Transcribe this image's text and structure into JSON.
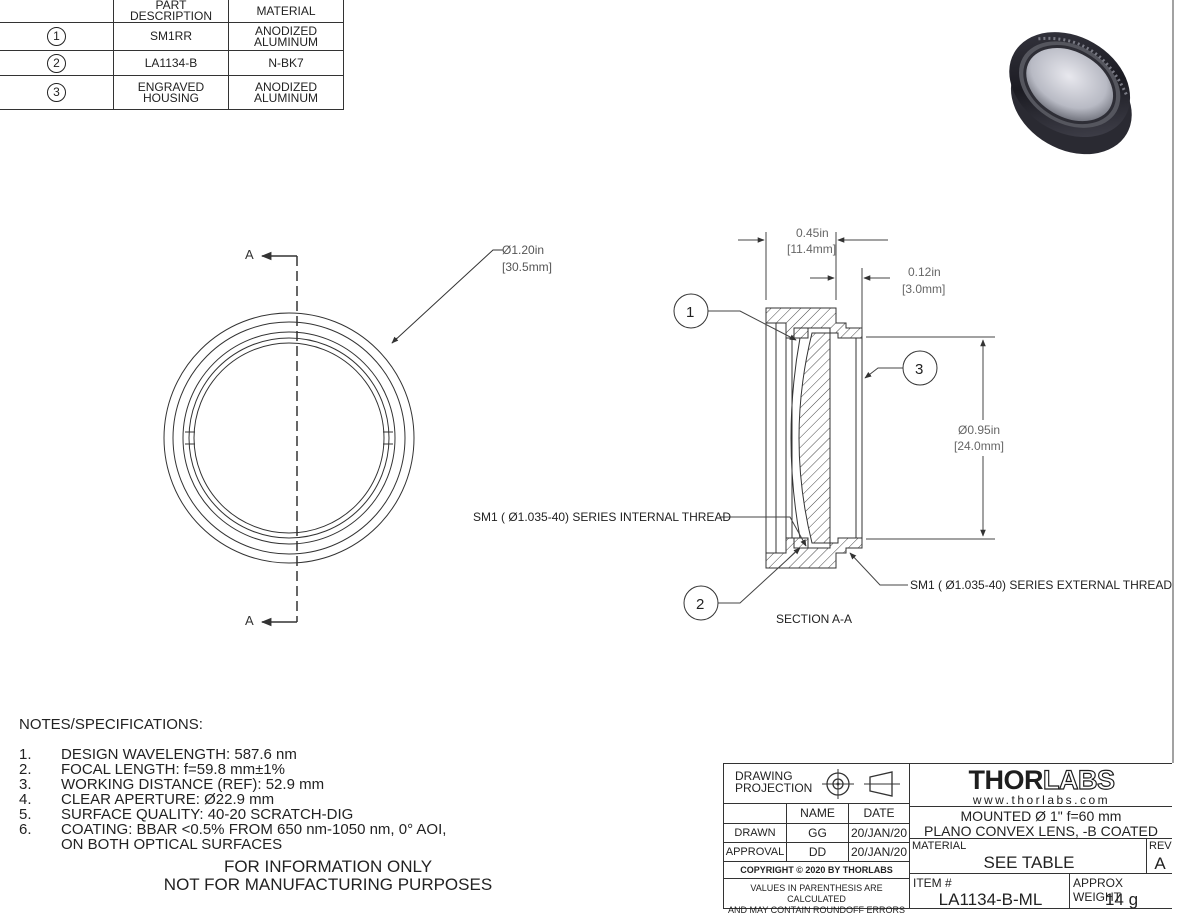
{
  "bom": {
    "headers": [
      "PART DESCRIPTION",
      "MATERIAL"
    ],
    "rows": [
      {
        "item": "1",
        "desc": "SM1RR",
        "material_1": "ANODIZED",
        "material_2": "ALUMINUM"
      },
      {
        "item": "2",
        "desc": "LA1134-B",
        "material_1": "N-BK7",
        "material_2": ""
      },
      {
        "item": "3",
        "desc_1": "ENGRAVED",
        "desc_2": "HOUSING",
        "material_1": "ANODIZED",
        "material_2": "ALUMINUM"
      }
    ]
  },
  "front_view": {
    "section_label_top": "A",
    "section_label_bottom": "A",
    "diameter_in": "Ø1.20in",
    "diameter_mm": "[30.5mm]"
  },
  "section_view": {
    "width_in": "0.45in",
    "width_mm": "[11.4mm]",
    "thread_len_in": "0.12in",
    "thread_len_mm": "[3.0mm]",
    "thread_dia_in": "Ø0.95in",
    "thread_dia_mm": "[24.0mm]",
    "balloon_1": "1",
    "balloon_2": "2",
    "balloon_3": "3",
    "internal_thread": "SM1 ( Ø1.035-40) SERIES INTERNAL THREAD",
    "external_thread": "SM1 ( Ø1.035-40) SERIES EXTERNAL THREAD",
    "title": "SECTION A-A"
  },
  "notes": {
    "heading": "NOTES/SPECIFICATIONS:",
    "items": [
      {
        "num": "1.",
        "text": "DESIGN WAVELENGTH: 587.6 nm"
      },
      {
        "num": "2.",
        "text": "FOCAL LENGTH: f=59.8 mm±1%"
      },
      {
        "num": "3.",
        "text": "WORKING DISTANCE (REF): 52.9 mm"
      },
      {
        "num": "4.",
        "text": "CLEAR APERTURE: Ø22.9 mm"
      },
      {
        "num": "5.",
        "text": "SURFACE QUALITY: 40-20 SCRATCH-DIG"
      },
      {
        "num": "6.",
        "text": "COATING: BBAR <0.5% FROM 650 nm-1050 nm, 0° AOI,"
      },
      {
        "num": "",
        "text": "ON BOTH OPTICAL SURFACES"
      }
    ],
    "info_1": "FOR INFORMATION ONLY",
    "info_2": "NOT FOR MANUFACTURING PURPOSES"
  },
  "title_block": {
    "projection_1": "DRAWING",
    "projection_2": "PROJECTION",
    "name_header": "NAME",
    "date_header": "DATE",
    "drawn_label": "DRAWN",
    "drawn_name": "GG",
    "drawn_date": "20/JAN/20",
    "approval_label": "APPROVAL",
    "approval_name": "DD",
    "approval_date": "20/JAN/20",
    "copyright": "COPYRIGHT © 2020 BY THORLABS",
    "disclaimer_1": "VALUES IN PARENTHESIS ARE CALCULATED",
    "disclaimer_2": "AND MAY CONTAIN ROUNDOFF ERRORS",
    "logo_a": "THOR",
    "logo_b": "LABS",
    "website": "www.thorlabs.com",
    "desc_1": "MOUNTED Ø 1\" f=60 mm",
    "desc_2": "PLANO CONVEX LENS, -B COATED",
    "material_label": "MATERIAL",
    "material_value": "SEE TABLE",
    "rev_label": "REV",
    "rev_value": "A",
    "item_label": "ITEM #",
    "item_value": "LA1134-B-ML",
    "weight_label": "APPROX WEIGHT",
    "weight_value": "14 g"
  }
}
